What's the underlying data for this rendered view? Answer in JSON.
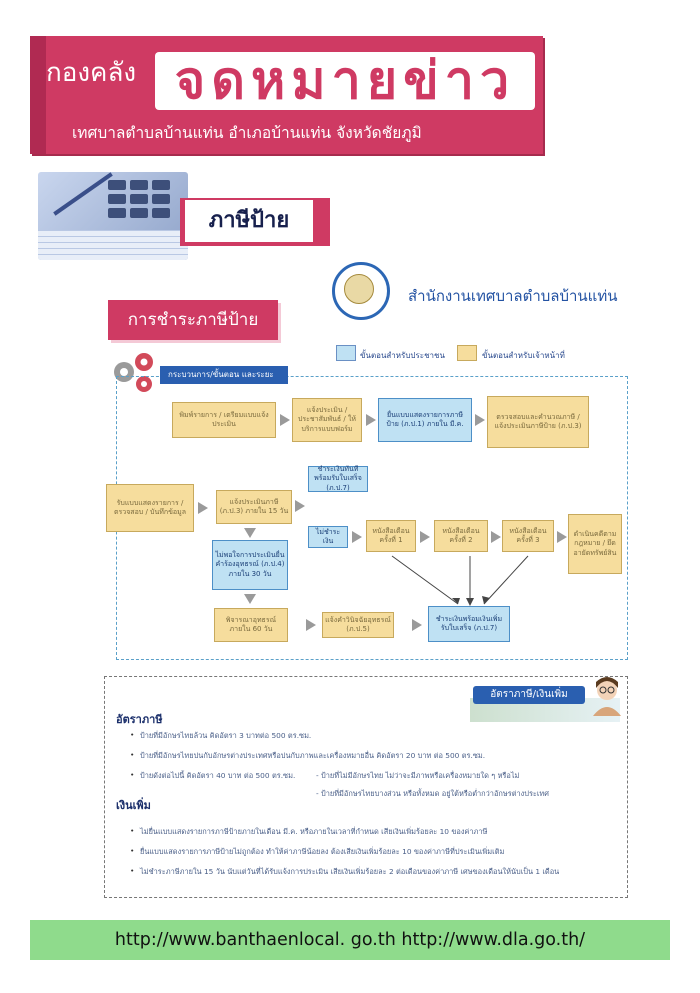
{
  "header": {
    "dept": "กองคลัง",
    "newsletter": "จดหมายข่าว",
    "subtitle": "เทศบาลตำบลบ้านแท่น อำเภอบ้านแท่น จังหวัดชัยภูมิ"
  },
  "section": {
    "title": "ภาษีป้าย"
  },
  "office": {
    "name": "สำนักงานเทศบาลตำบลบ้านแท่น"
  },
  "pay": {
    "title": "การชำระภาษีป้าย"
  },
  "legend": {
    "citizen": "ขั้นตอนสำหรับประชาชน",
    "officer": "ขั้นตอนสำหรับเจ้าหน้าที่"
  },
  "flow": {
    "tag": "กระบวนการ/ขั้นตอน และระยะเวลา",
    "steps": {
      "s1": "พิมพ์รายการ / เตรียมแบบแจ้งประเมิน",
      "s2": "แจ้งประเมิน / ประชาสัมพันธ์ / ให้บริการแบบฟอร์ม",
      "s3": "ยื่นแบบแสดงรายการภาษีป้าย (ภ.ป.1) ภายใน มี.ค.",
      "s4": "ตรวจสอบและคำนวณภาษี / แจ้งประเมินภาษีป้าย (ภ.ป.3)",
      "s5": "รับแบบแสดงรายการ / ตรวจสอบ / บันทึกข้อมูล",
      "s6": "แจ้งประเมินภาษี (ภ.ป.3) ภายใน 15 วัน",
      "s7": "ชำระเงินทันทีพร้อมรับใบเสร็จ (ภ.ป.7)",
      "s8": "ไม่ชำระเงิน",
      "s9": "หนังสือเตือนครั้งที่ 1",
      "s10": "หนังสือเตือนครั้งที่ 2",
      "s11": "หนังสือเตือนครั้งที่ 3",
      "s12": "ดำเนินคดีตามกฎหมาย / ยึดอายัดทรัพย์สิน",
      "s13": "ไม่พอใจการประเมินยื่นคำร้องอุทธรณ์ (ภ.ป.4) ภายใน 30 วัน",
      "s14": "พิจารณาอุทธรณ์ภายใน 60 วัน",
      "s15": "แจ้งคำวินิจฉัยอุทธรณ์ (ภ.ป.5)",
      "s16": "ชำระเงินพร้อมเงินเพิ่ม รับใบเสร็จ (ภ.ป.7)"
    }
  },
  "rates": {
    "tag": "อัตราภาษี/เงินเพิ่ม",
    "tax_heading": "อัตราภาษี",
    "tax": [
      "ป้ายที่มีอักษรไทยล้วน คิดอัตรา 3 บาทต่อ 500 ตร.ซม.",
      "ป้ายที่มีอักษรไทยปนกับอักษรต่างประเทศหรือปนกับภาพและเครื่องหมายอื่น คิดอัตรา 20 บาท ต่อ 500 ตร.ซม.",
      "ป้ายดังต่อไปนี้ คิดอัตรา 40 บาท ต่อ 500 ตร.ซม."
    ],
    "tax_sub": [
      "- ป้ายที่ไม่มีอักษรไทย ไม่ว่าจะมีภาพหรือเครื่องหมายใด ๆ หรือไม่",
      "- ป้ายที่มีอักษรไทยบางส่วน หรือทั้งหมด อยู่ใต้หรือต่ำกว่าอักษรต่างประเทศ"
    ],
    "add_heading": "เงินเพิ่ม",
    "add": [
      "ไม่ยื่นแบบแสดงรายการภาษีป้ายภายในเดือน มี.ค. หรือภายในเวลาที่กำหนด เสียเงินเพิ่มร้อยละ 10 ของค่าภาษี",
      "ยื่นแบบแสดงรายการภาษีป้ายไม่ถูกต้อง ทำให้ค่าภาษีน้อยลง ต้องเสียเงินเพิ่มร้อยละ 10 ของค่าภาษีที่ประเมินเพิ่มเติม",
      "ไม่ชำระภาษีภายใน 15 วัน นับแต่วันที่ได้รับแจ้งการประเมิน เสียเงินเพิ่มร้อยละ 2 ต่อเดือนของค่าภาษี เศษของเดือนให้นับเป็น 1 เดือน"
    ]
  },
  "footer": {
    "text": "http://www.banthaenlocal. go.th http://www.dla.go.th/"
  }
}
